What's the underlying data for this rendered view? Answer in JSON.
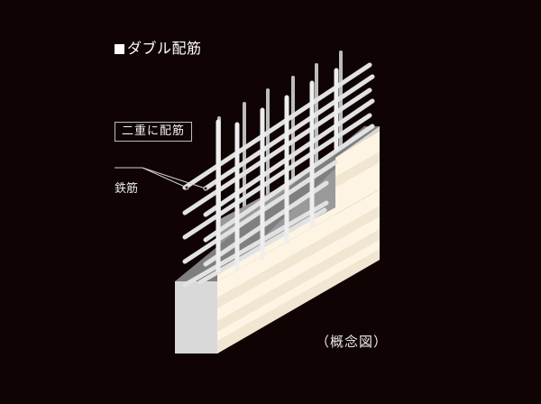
{
  "title": {
    "bullet": "■",
    "text": "ダブル配筋"
  },
  "callout": {
    "text": "二重に配筋"
  },
  "labels": {
    "rebar": "鉄筋"
  },
  "note": "（概念図）",
  "colors": {
    "background": "#100304",
    "rebar": "#e6e6e6",
    "wall_front": "#d9d9d9",
    "wall_top": "#8c8c8c",
    "wall_side_light": "#fdf4e3",
    "wall_side_band": "#f1e6d2",
    "inner_concrete": "#9a9a9a"
  }
}
